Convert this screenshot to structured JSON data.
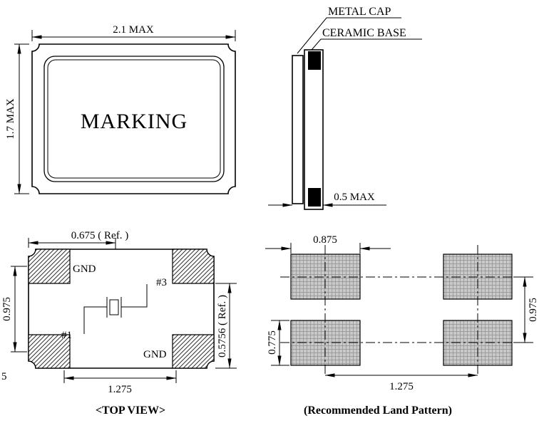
{
  "drawing": {
    "page_number": "5",
    "front_view": {
      "marking": "MARKING",
      "width_dim": "2.1 MAX",
      "height_dim": "1.7 MAX"
    },
    "side_view": {
      "metal_cap": "METAL CAP",
      "ceramic_base": "CERAMIC BASE",
      "thickness_dim": "0.5 MAX"
    },
    "top_view": {
      "caption": "<TOP VIEW>",
      "gnd_top": "GND",
      "gnd_bottom": "GND",
      "pin1": "#1",
      "pin3": "#3",
      "offset_dim": "0.675 ( Ref. )",
      "vertical_dim": "0.975",
      "horizontal_dim": "1.275",
      "side_ref_dim": "0.5756 ( Ref. )"
    },
    "land_pattern": {
      "caption": "(Recommended Land Pattern)",
      "pad_width_dim": "0.875",
      "pad_height_dim": "0.775",
      "vertical_pitch_dim": "0.975",
      "horizontal_pitch_dim": "1.275"
    },
    "colors": {
      "line": "#000000",
      "hatch": "#333333",
      "land_pad_fill": "#c9c9c9",
      "background": "#ffffff"
    }
  }
}
